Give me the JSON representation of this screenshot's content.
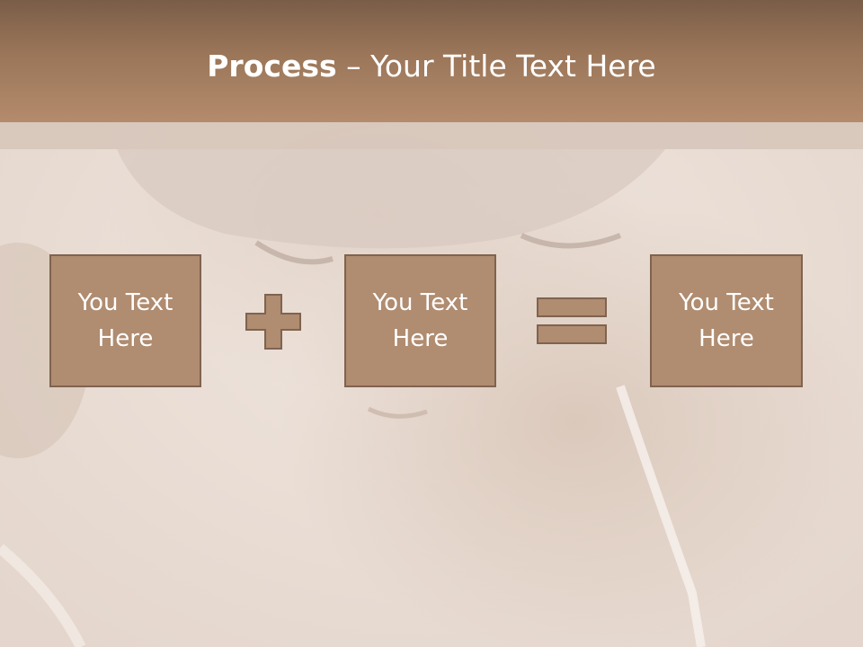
{
  "slide": {
    "title_bold": "Process",
    "title_rest": " – Your Title Text Here",
    "boxes": [
      {
        "text": "You Text Here"
      },
      {
        "text": "You Text Here"
      },
      {
        "text": "You Text Here"
      }
    ],
    "operators": [
      "plus-icon",
      "equals-icon"
    ]
  },
  "colors": {
    "header": "#9b7659",
    "box_fill": "#b08c70",
    "box_border": "#7f6350",
    "text": "#ffffff"
  }
}
